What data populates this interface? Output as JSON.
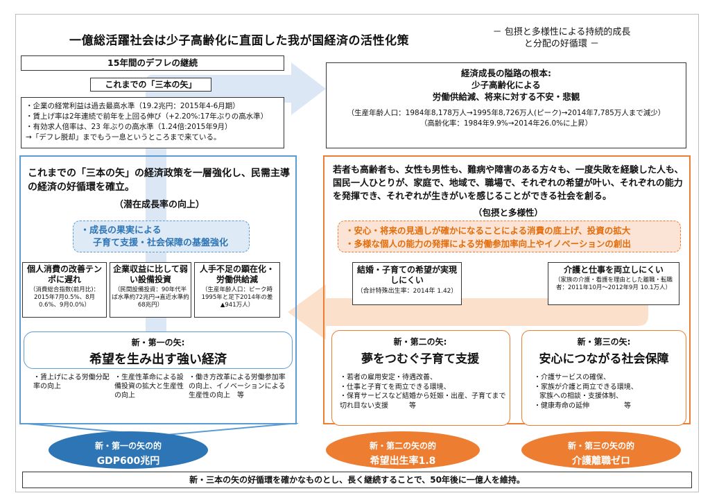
{
  "title": {
    "main": "一億総活躍社会は少子高齢化に直面した我が国経済の活性化策",
    "sub_line1": "－ 包摂と多様性による持続的成長",
    "sub_line2": "と分配の好循環 －"
  },
  "left": {
    "deflation_header": "15年間のデフレの継続",
    "arrows_label": "これまでの「三本の矢」",
    "achievements": [
      "・企業の経常利益は過去最高水準（19.2兆円：2015年4-6月期）",
      "・賃上げ率は2年連続で前年を上回る伸び（+2.20%:17年ぶりの高水準）",
      "・有効求人倍率は、23 年ぶりの高水準（1.24倍:2015年9月）",
      "→「デフレ脱却」までもう一息というところまで来ている。"
    ],
    "policy_text": "これまでの「三本の矢」の経済政策を一層強化し、民需主導の経済の好循環を確立。",
    "policy_sub": "（潜在成長率の向上）",
    "dashed_line1": "・成長の果実による",
    "dashed_line2": "子育て支援・社会保障の基盤強化",
    "issues": [
      {
        "head": "個人消費の改善テンポに遅れ",
        "note": "（消費総合指数(前月比)：2015年7月0.5%、8月0.6%、9月0.0%）"
      },
      {
        "head": "企業収益に比して弱い設備投資",
        "note": "（民間設備投資：90年代半ば水準約72兆円→直近水準約68兆円）"
      },
      {
        "head": "人手不足の顕在化・労働供給減",
        "note": "（生産年齢人口：ピーク時1995年と足下2014年の差 ▲941万人）"
      }
    ],
    "arrow1_label": "新・第一の矢:",
    "arrow1_title": "希望を生み出す強い経済",
    "arrow1_items": [
      "・賃上げによる労働分配率の向上",
      "・生産性革命による設備投資の拡大と生産性の向上",
      "・働き方改革による労働参加率の向上、イノベーションによる生産性の向上　等"
    ]
  },
  "right": {
    "root_title1": "経済成長の隘路の根本:",
    "root_title2": "少子高齢化による",
    "root_title3": "労働供給減、将来に対する不安・悲観",
    "pop1": "（生産年齢人口：1984年8,178万人→1995年8,726万人(ピーク)→2014年7,785万人まで減少）",
    "pop2": "（高齢化率：1984年9.9%→2014年26.0%に上昇）",
    "society_text": "若者も高齢者も、女性も男性も、難病や障害のある方々も、一度失敗を経験した人も、国民一人ひとりが、家庭で、地域で、職場で、それぞれの希望が叶い、それぞれの能力を発揮でき、それぞれが生きがいを感じることができる社会を創る。",
    "society_sub": "（包摂と多様性）",
    "dashed_line1": "・安心・将来の見通しが確かになることによる消費の底上げ、投資の拡大",
    "dashed_line2": "・多様な個人の能力の発揮による労働参加率向上やイノベーションの創出",
    "issue_a_head": "結婚・子育ての希望が実現しにくい",
    "issue_a_note": "（合計特殊出生率：2014年 1.42）",
    "issue_b_head": "介護と仕事を両立しにくい",
    "issue_b_note": "（家族の介護・看護を理由とした離職・転職者：2011年10月～2012年9月 10.1万人）",
    "arrow2_label": "新・第二の矢:",
    "arrow2_title": "夢をつむぐ子育て支援",
    "arrow2_items": [
      "・若者の雇用安定・待遇改善、",
      "・仕事と子育てを両立できる環境、",
      "・保育サービスなど結婚から妊娠・出産、子育てまで切れ目ない支援　　　等"
    ],
    "arrow3_label": "新・第三の矢:",
    "arrow3_title": "安心につながる社会保障",
    "arrow3_items": [
      "・介護サービスの確保、",
      "・家族が介護と両立できる環境、",
      "家族への相談・支援体制、",
      "・健康寿命の延伸　　　　　等"
    ]
  },
  "goals": [
    {
      "label": "新・第一の矢の的",
      "value": "GDP600兆円",
      "color": "#2e75b6"
    },
    {
      "label": "新・第二の矢の的",
      "value": "希望出生率1.8",
      "color": "#ed7d31"
    },
    {
      "label": "新・第三の矢の的",
      "value": "介護離職ゼロ",
      "color": "#ed7d31"
    }
  ],
  "footer": "新・三本の矢の好循環を確かなものとし、長く継続することで、50年後に一億人を維持。"
}
